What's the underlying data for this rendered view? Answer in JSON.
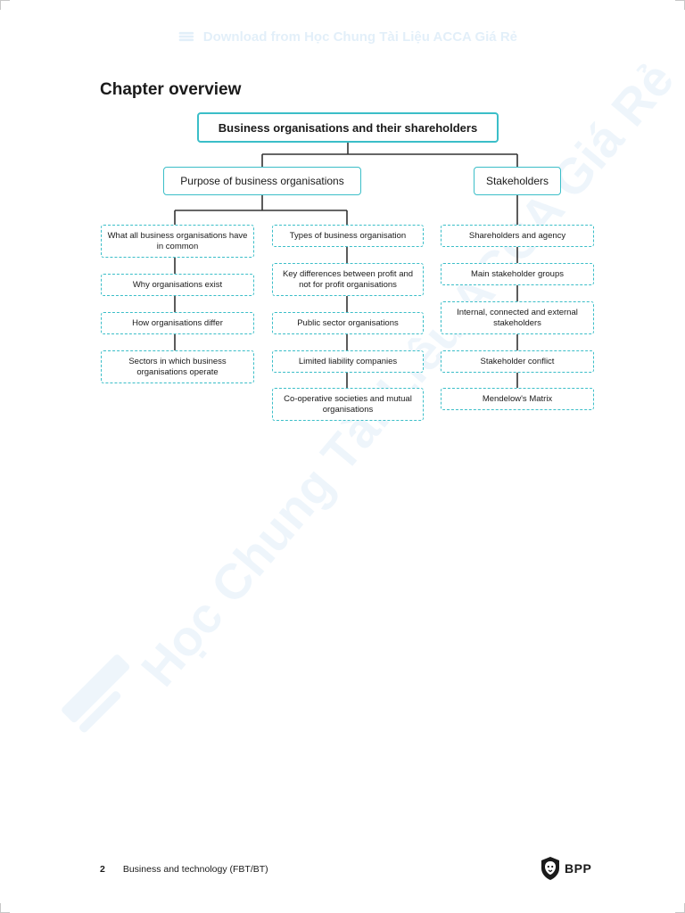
{
  "watermark": {
    "header_text": "Download from Học Chung Tài Liệu ACCA Giá Rẻ",
    "diagonal_text": "Học Chung Tài Liệu ACCA Giá Rẻ"
  },
  "chapter": {
    "title": "Chapter overview"
  },
  "diagram": {
    "root": "Business organisations and their shareholders",
    "branches": [
      {
        "label": "Purpose of business organisations",
        "columns": [
          [
            "What all business organisations have in common",
            "Why organisations exist",
            "How organisations differ",
            "Sectors in which business organisations operate"
          ],
          [
            "Types of business organisation",
            "Key differences between profit and not for profit organisations",
            "Public sector organisations",
            "Limited liability companies",
            "Co-operative societies and mutual organisations"
          ]
        ]
      },
      {
        "label": "Stakeholders",
        "columns": [
          [
            "Shareholders and agency",
            "Main stakeholder groups",
            "Internal, connected and external stakeholders",
            "Stakeholder conflict",
            "Mendelow's Matrix"
          ]
        ]
      }
    ]
  },
  "footer": {
    "page_number": "2",
    "book_title": "Business and technology (FBT/BT)",
    "publisher": "BPP"
  },
  "colors": {
    "accent": "#3bbec8",
    "line": "#333333",
    "watermark": "#1e7fd0"
  },
  "icons": {
    "publisher_logo": "lion-shield-icon",
    "watermark_logo": "book-stack-icon"
  }
}
